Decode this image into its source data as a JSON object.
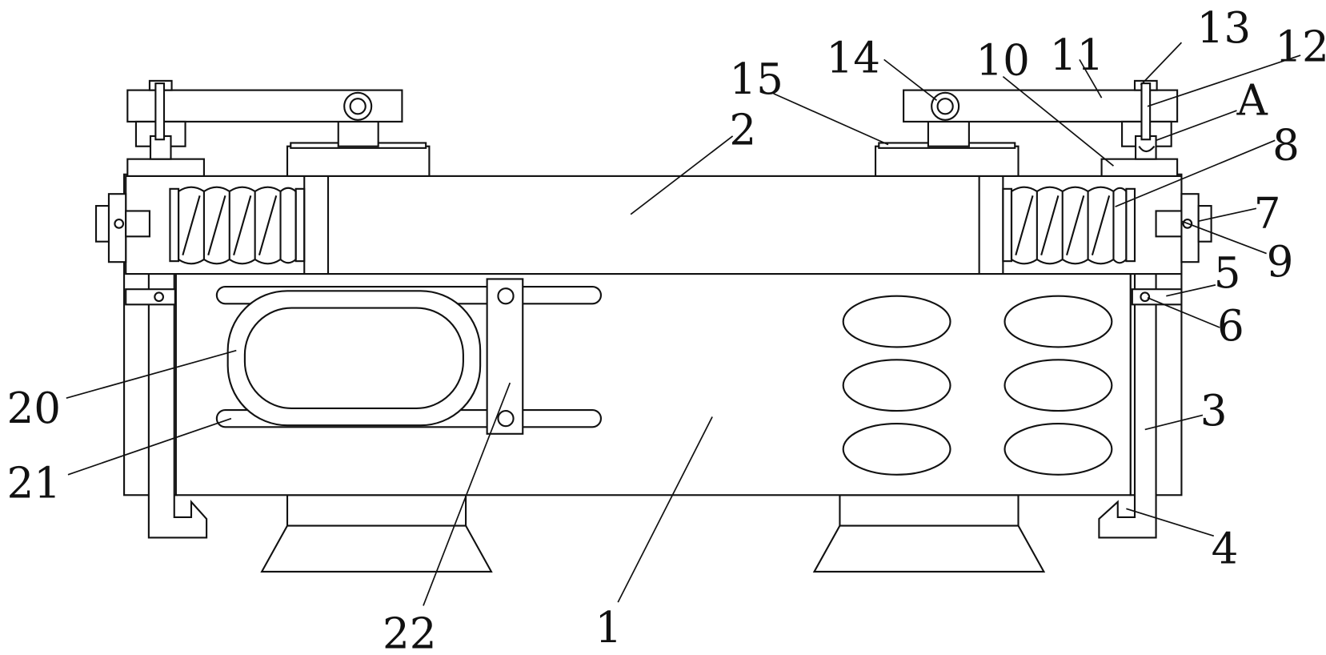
{
  "figure": {
    "labels": {
      "l1": "1",
      "l2": "2",
      "l3": "3",
      "l4": "4",
      "l5": "5",
      "l6": "6",
      "l7": "7",
      "l8": "8",
      "l9": "9",
      "l10": "10",
      "l11": "11",
      "l12": "12",
      "l13": "13",
      "l14": "14",
      "l15": "15",
      "l20": "20",
      "l21": "21",
      "l22": "22",
      "lA": "A"
    }
  }
}
